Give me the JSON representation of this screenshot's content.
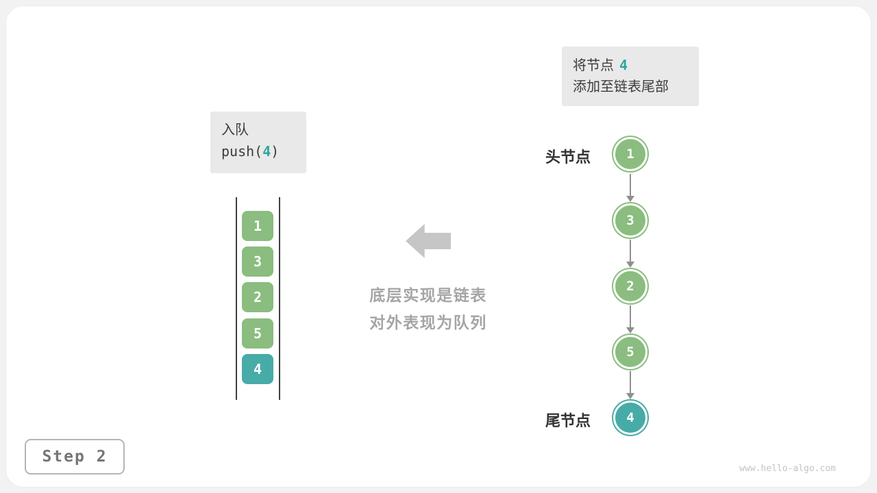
{
  "annotation": {
    "line1_text": "将节点",
    "line1_value": "4",
    "line2_text": "添加至链表尾部"
  },
  "operation": {
    "title": "入队",
    "code_prefix": "push(",
    "code_arg": "4",
    "code_suffix": ")"
  },
  "queue": {
    "items": [
      {
        "value": "1",
        "color": "green"
      },
      {
        "value": "3",
        "color": "green"
      },
      {
        "value": "2",
        "color": "green"
      },
      {
        "value": "5",
        "color": "green"
      },
      {
        "value": "4",
        "color": "teal"
      }
    ]
  },
  "center_caption": {
    "line1": "底层实现是链表",
    "line2": "对外表现为队列"
  },
  "linked_list": {
    "head_label": "头节点",
    "tail_label": "尾节点",
    "nodes": [
      {
        "value": "1",
        "color": "green"
      },
      {
        "value": "3",
        "color": "green"
      },
      {
        "value": "2",
        "color": "green"
      },
      {
        "value": "5",
        "color": "green"
      },
      {
        "value": "4",
        "color": "teal"
      }
    ]
  },
  "step_badge": "Step 2",
  "watermark": "www.hello-algo.com",
  "colors": {
    "green": "#8abd7f",
    "teal": "#47aba7",
    "teal_text": "#2ea6a0",
    "label_bg": "#e9e9e9"
  }
}
